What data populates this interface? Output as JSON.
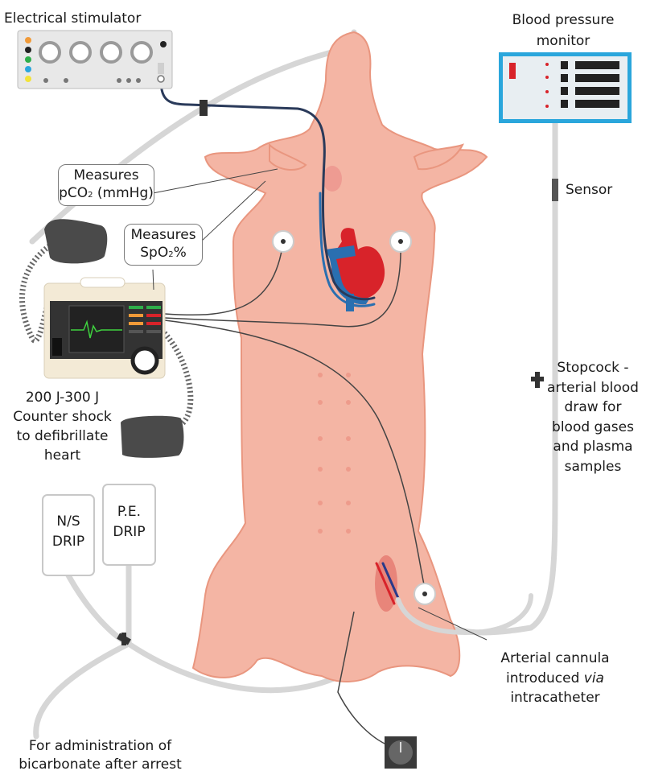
{
  "labels": {
    "electrical_stimulator": "Electrical stimulator",
    "bp_monitor_line1": "Blood pressure",
    "bp_monitor_line2": "monitor",
    "sensor": "Sensor",
    "pco2_line1": "Measures",
    "pco2_line2_pre": "pCO",
    "pco2_line2_sub": "2",
    "pco2_line2_post": " (mmHg)",
    "spo2_line1": "Measures",
    "spo2_line2_pre": "SpO",
    "spo2_line2_sub": "2",
    "spo2_line2_post": "%",
    "shock": [
      "200 J-300 J",
      "Counter shock",
      "to defibrillate",
      "heart"
    ],
    "stopcock": [
      "Stopcock -",
      "arterial blood",
      "draw for",
      "blood gases",
      "and plasma",
      "samples"
    ],
    "ns_drip": [
      "N/S",
      "DRIP"
    ],
    "pe_drip": [
      "P.E.",
      "DRIP"
    ],
    "cannula_line1": "Arterial cannula",
    "cannula_line2_pre": "introduced ",
    "cannula_line2_italic": "via",
    "cannula_line3": "intracatheter",
    "bicarb": [
      "For administration of",
      "bicarbonate after arrest"
    ]
  },
  "colors": {
    "pig_body": "#f4b5a4",
    "pig_outline": "#e9967f",
    "tube": "#d6d6d6",
    "device_gray": "#e8e8e8",
    "monitor_blue": "#2aa6dc",
    "heart_red": "#d8232a",
    "heart_blue": "#2a6fb0",
    "ecg_green": "#3fd23f",
    "knob_dots": [
      "#f19a38",
      "#222222",
      "#2eae4a",
      "#2aa6dc",
      "#f2e33a"
    ]
  }
}
